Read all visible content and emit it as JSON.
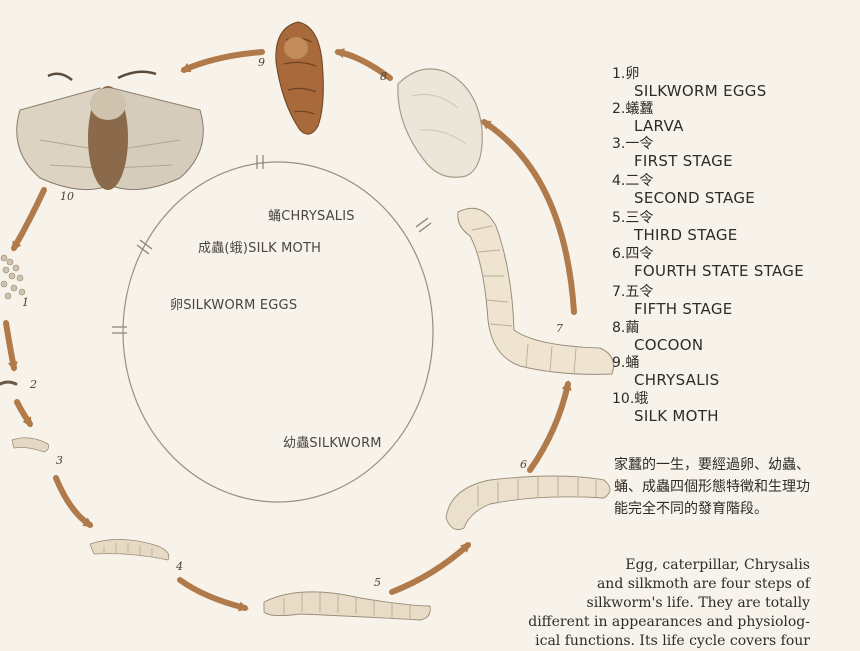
{
  "ring_labels": {
    "chrysalis": "蛹CHRYSALIS",
    "silk_moth": "成蟲(蛾)SILK MOTH",
    "silkworm_eggs": "卵SILKWORM EGGS",
    "silkworm": "幼蟲SILKWORM"
  },
  "stage_numbers": [
    "1",
    "2",
    "3",
    "4",
    "5",
    "6",
    "7",
    "8",
    "9",
    "10"
  ],
  "legend": [
    {
      "zh": "1.卵",
      "en": "SILKWORM EGGS"
    },
    {
      "zh": "2.蟻蠶",
      "en": "LARVA"
    },
    {
      "zh": "3.一令",
      "en": "FIRST  STAGE"
    },
    {
      "zh": "4.二令",
      "en": "SECOND STAGE"
    },
    {
      "zh": "5.三令",
      "en": "THIRD STAGE"
    },
    {
      "zh": "6.四令",
      "en": "FOURTH  STATE STAGE"
    },
    {
      "zh": "7.五令",
      "en": "FIFTH STAGE"
    },
    {
      "zh": "8.繭",
      "en": "COCOON"
    },
    {
      "zh": "9.蛹",
      "en": "CHRYSALIS"
    },
    {
      "zh": "10.蛾",
      "en": "SILK MOTH"
    }
  ],
  "description_zh": "家蠶的一生，要經過卵、幼蟲、蛹、成蟲四個形態特徵和生理功能完全不同的發育階段。",
  "description_en": {
    "line1": "Egg, caterpillar, Chrysalis",
    "line2": "and  silkmoth  are  four  steps  of",
    "line3": "silkworm's  life.  They  are  totally",
    "line4": "different in appearances and physiolog-",
    "line5": "ical  functions.  Its life  cycle  covers  four"
  },
  "colors": {
    "background": "#f7f3ea",
    "arrow": "#b07a4a",
    "ring": "#9a8f84",
    "moth": "#d9cfc0",
    "cocoon": "#ece6da",
    "chrysalis": "#a86a3a",
    "larva": "#e8dcc6"
  }
}
